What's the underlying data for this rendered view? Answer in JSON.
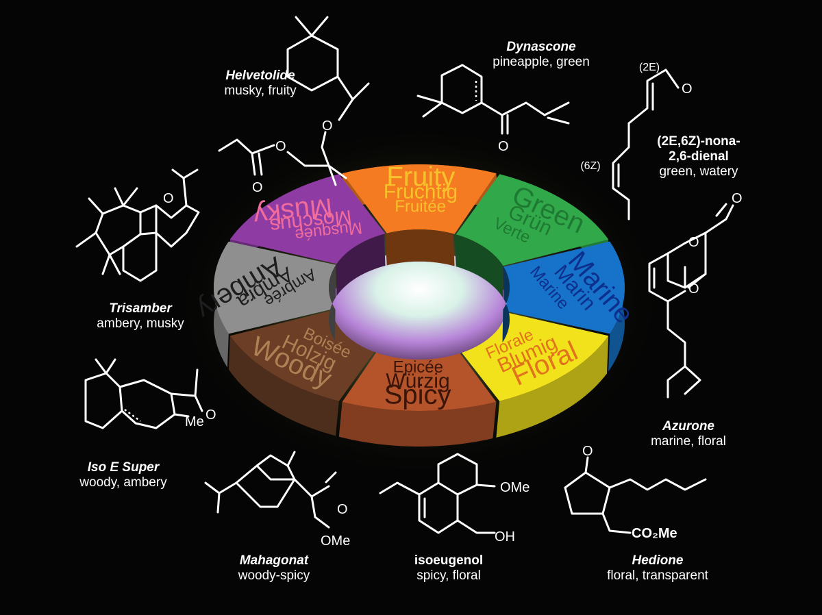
{
  "wheel": {
    "segments": [
      {
        "key": "fruity",
        "lines": [
          "Fruity",
          "Fruchtig",
          "Fruitée"
        ],
        "color": "#f47b21",
        "text_color": "#f7c12c"
      },
      {
        "key": "green",
        "lines": [
          "Green",
          "Grün",
          "Verte"
        ],
        "color": "#31a94a",
        "text_color": "#1e7a32"
      },
      {
        "key": "marine",
        "lines": [
          "Marine",
          "Marin",
          "Marine"
        ],
        "color": "#1673c9",
        "text_color": "#0d2f8e"
      },
      {
        "key": "floral",
        "lines": [
          "Floral",
          "Blumig",
          "Florale"
        ],
        "color": "#f2e21c",
        "text_color": "#e0731c"
      },
      {
        "key": "spicy",
        "lines": [
          "Spicy",
          "Würzig",
          "Epicée"
        ],
        "color": "#b5532b",
        "text_color": "#3b1508"
      },
      {
        "key": "woody",
        "lines": [
          "Woody",
          "Holzig",
          "Boisée"
        ],
        "color": "#6b3e25",
        "text_color": "#b08055"
      },
      {
        "key": "ambery",
        "lines": [
          "Ambery",
          "Ambra",
          "Ambrée"
        ],
        "color": "#8f8f8f",
        "text_color": "#1e1e1e"
      },
      {
        "key": "musky",
        "lines": [
          "Musky",
          "Moschus",
          "Musquée"
        ],
        "color": "#8e3ba4",
        "text_color": "#f06c9c"
      }
    ]
  },
  "molecules": {
    "helvetolide": {
      "name": "Helvetolide",
      "desc": "musky, fruity"
    },
    "dynascone": {
      "name": "Dynascone",
      "desc": "pineapple, green"
    },
    "nonadienal": {
      "name_line1": "(2E,6Z)-nona-",
      "name_line2": "2,6-dienal",
      "desc": "green, watery",
      "label_2e": "(2E)",
      "label_6z": "(6Z)",
      "atom_o": "O"
    },
    "trisamber": {
      "name": "Trisamber",
      "desc": "ambery, musky",
      "atom_o": "O"
    },
    "azurone": {
      "name": "Azurone",
      "desc": "marine, floral",
      "atom_o": "O"
    },
    "iso_e_super": {
      "name": "Iso E Super",
      "desc": "woody, ambery",
      "atom_me": "Me",
      "atom_o": "O"
    },
    "mahagonat": {
      "name": "Mahagonat",
      "desc": "woody-spicy",
      "atom_ome": "OMe",
      "atom_o": "O"
    },
    "isoeugenol": {
      "name": "isoeugenol",
      "desc": "spicy, floral",
      "atom_ome": "OMe",
      "atom_oh": "OH"
    },
    "hedione": {
      "name": "Hedione",
      "desc": "floral, transparent",
      "atom_o": "O",
      "atom_co2me": "CO₂Me"
    }
  }
}
